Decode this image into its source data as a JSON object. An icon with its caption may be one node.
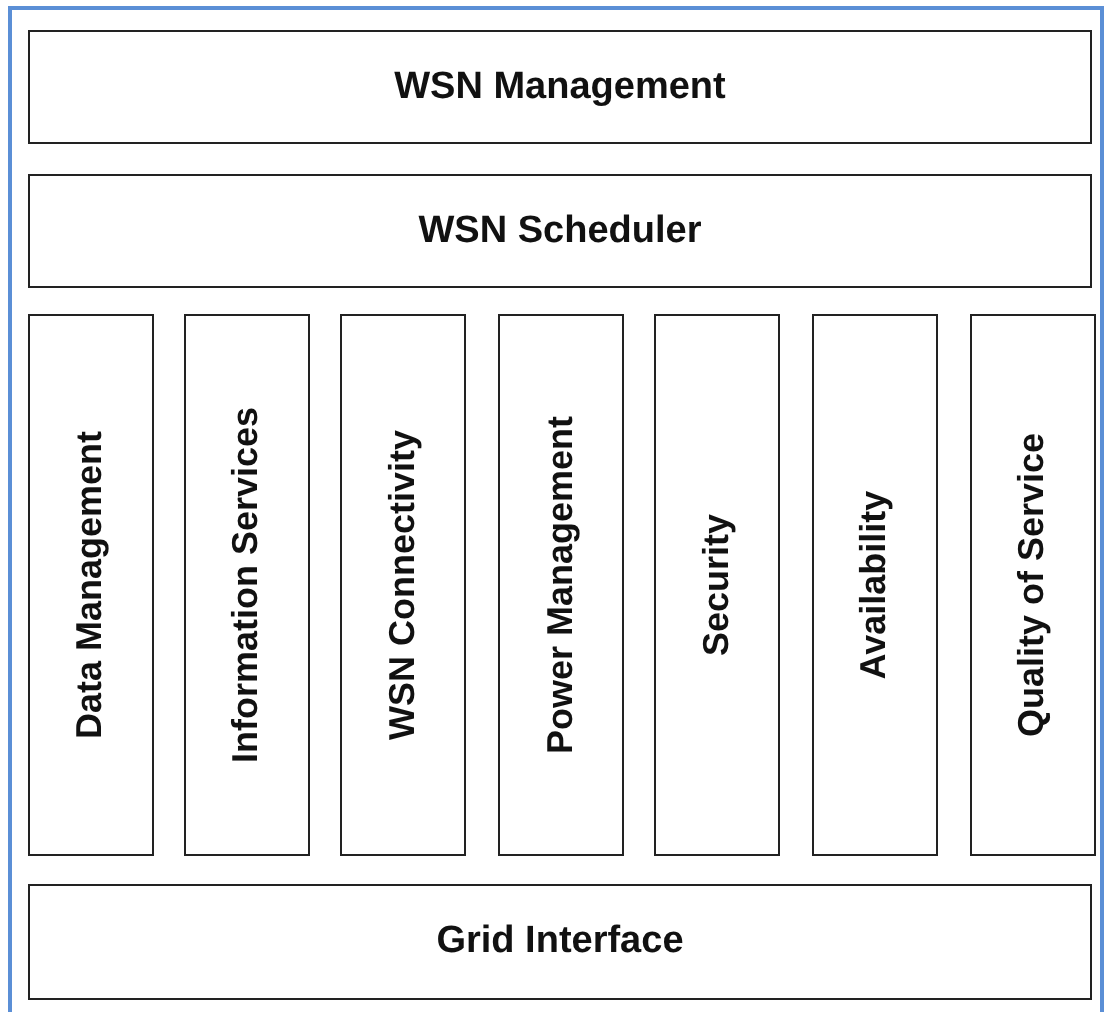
{
  "diagram": {
    "nodes": [
      {
        "text": [
          "WSN Management"
        ]
      },
      {
        "text": [
          "WSN Scheduler"
        ]
      },
      {
        "text": [
          "Data Management"
        ]
      },
      {
        "text": [
          "Information Services"
        ]
      },
      {
        "text": [
          "WSN Connectivity"
        ]
      },
      {
        "text": [
          "Power Management"
        ]
      },
      {
        "text": [
          "Security"
        ]
      },
      {
        "text": [
          "Availability"
        ]
      },
      {
        "text": [
          "Quality of Service"
        ]
      },
      {
        "text": [
          "Grid Interface"
        ]
      }
    ]
  }
}
